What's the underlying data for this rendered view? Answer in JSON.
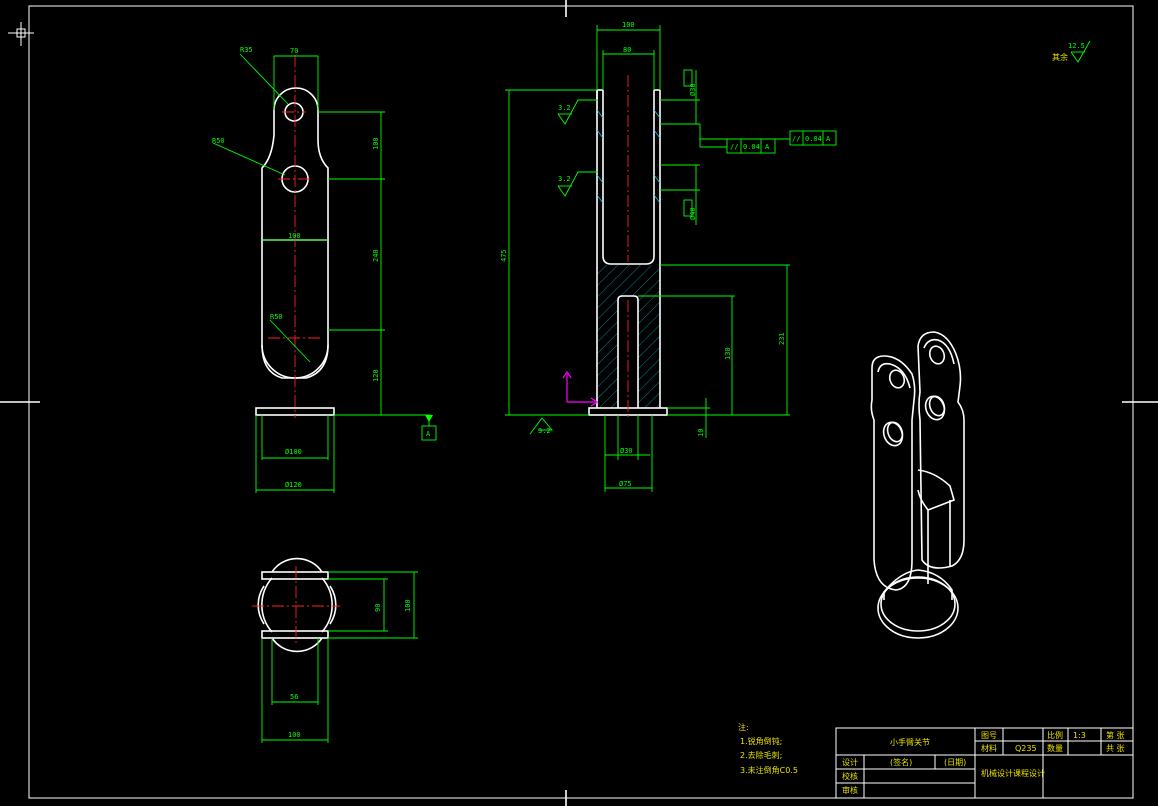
{
  "dims": {
    "top_r35": "R35",
    "top_70": "70",
    "top_r50": "R50",
    "top_100_mid": "100",
    "top_r50_low": "R50",
    "top_100_v": "100",
    "top_240": "240",
    "top_120": "120",
    "top_d100": "Ø100",
    "top_d120": "Ø120",
    "datum_a": "A",
    "sec_100": "100",
    "sec_80": "80",
    "sec_475": "475",
    "sec_d30": "Ø30",
    "sec_d40": "Ø40",
    "sec_130": "130",
    "sec_231": "231",
    "sec_10": "10",
    "sec_d30b": "Ø30",
    "sec_d75": "Ø75",
    "bot_56": "56",
    "bot_90": "90",
    "bot_100_v": "100",
    "bot_100_h": "100"
  },
  "roughness": {
    "r1": "3.2",
    "r2": "3.2",
    "r3": "3.2",
    "global_value": "12.5",
    "global_label": "其余"
  },
  "tolerance": {
    "f1_value": "0.04",
    "f1_datum": "A",
    "f2_value": "0.04",
    "f2_datum": "A"
  },
  "notes": {
    "heading": "注:",
    "line1": "1.锐角倒钝;",
    "line2": "2.去除毛刺;",
    "line3": "3.未注倒角C0.5"
  },
  "title_block": {
    "part_name": "小手臂关节",
    "drawing_no_label": "图号",
    "scale_label": "比例",
    "scale_value": "1:3",
    "sheet_label": "第 张",
    "material_label": "材料",
    "material_value": "Q235",
    "quantity_label": "数量",
    "total_label": "共 张",
    "designer_label": "设计",
    "name_placeholder": "(签名)",
    "date_placeholder": "(日期)",
    "checker_label": "校核",
    "reviewer_label": "审核",
    "school": "机械设计课程设计"
  }
}
